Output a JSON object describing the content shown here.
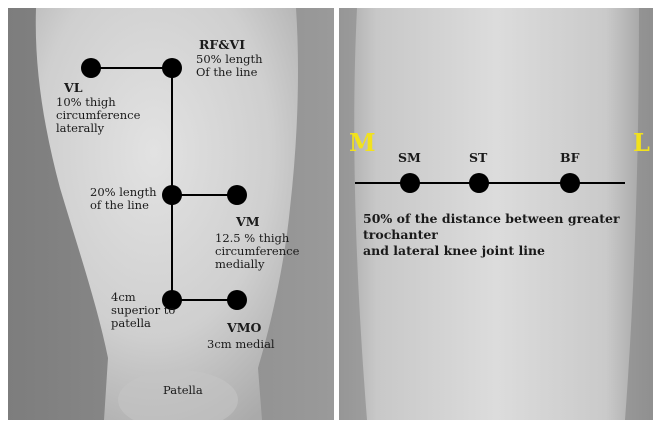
{
  "left_panel": {
    "labels": {
      "rfvi_title": "RF&VI",
      "rfvi_desc": "50% length\nOf the line",
      "vl_title": "VL",
      "vl_desc": "10% thigh\ncircumference\nlaterally",
      "mid_desc": "20% length\nof the line",
      "vm_title": "VM",
      "vm_desc": "12.5 % thigh\ncircumference\nmedially",
      "superior_desc": "4cm\nsuperior to\npatella",
      "vmo_title": "VMO",
      "vmo_desc": "3cm medial",
      "patella": "Patella"
    }
  },
  "right_panel": {
    "labels": {
      "m": "M",
      "l": "L",
      "sm": "SM",
      "st": "ST",
      "bf": "BF",
      "caption": "50% of the distance between greater trochanter\nand lateral knee joint line"
    },
    "accent_color": "#f2e21c"
  },
  "marker_color": "#000000"
}
